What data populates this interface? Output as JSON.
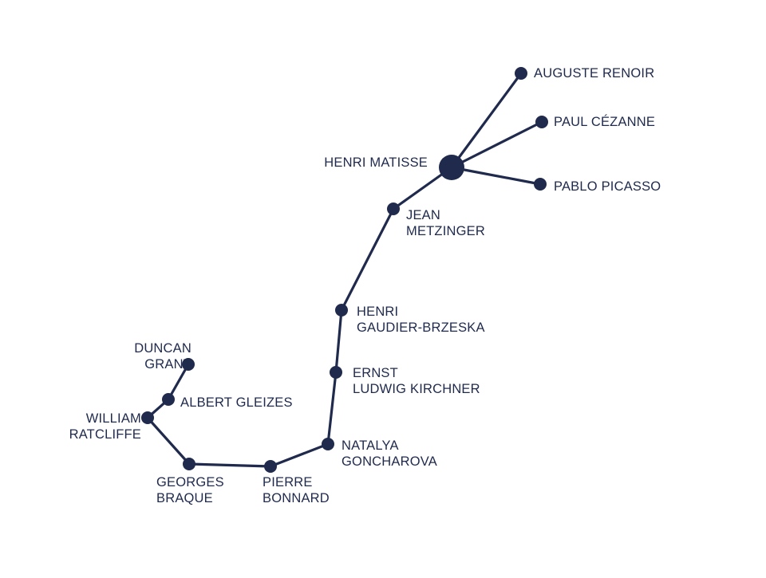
{
  "colors": {
    "node": "#1f2a4d",
    "edge": "#1f2a4d",
    "background": "#ffffff"
  },
  "nodes": [
    {
      "id": "matisse",
      "label": [
        "HENRI MATISSE"
      ],
      "hub": true
    },
    {
      "id": "renoir",
      "label": [
        "AUGUSTE RENOIR"
      ]
    },
    {
      "id": "cezanne",
      "label": [
        "PAUL CÉZANNE"
      ]
    },
    {
      "id": "picasso",
      "label": [
        "PABLO PICASSO"
      ]
    },
    {
      "id": "metzinger",
      "label": [
        "JEAN",
        "METZINGER"
      ]
    },
    {
      "id": "gaudier",
      "label": [
        "HENRI",
        "GAUDIER-BRZESKA"
      ]
    },
    {
      "id": "kirchner",
      "label": [
        "ERNST",
        "LUDWIG KIRCHNER"
      ]
    },
    {
      "id": "goncharova",
      "label": [
        "NATALYA",
        "GONCHAROVA"
      ]
    },
    {
      "id": "bonnard",
      "label": [
        "PIERRE",
        "BONNARD"
      ]
    },
    {
      "id": "braque",
      "label": [
        "GEORGES",
        "BRAQUE"
      ]
    },
    {
      "id": "ratcliffe",
      "label": [
        "WILLIAM",
        "RATCLIFFE"
      ]
    },
    {
      "id": "gleizes",
      "label": [
        "ALBERT GLEIZES"
      ]
    },
    {
      "id": "grant",
      "label": [
        "DUNCAN",
        "GRANT"
      ]
    }
  ],
  "edges": [
    [
      "matisse",
      "renoir"
    ],
    [
      "matisse",
      "cezanne"
    ],
    [
      "matisse",
      "picasso"
    ],
    [
      "matisse",
      "metzinger"
    ],
    [
      "metzinger",
      "gaudier"
    ],
    [
      "gaudier",
      "kirchner"
    ],
    [
      "kirchner",
      "goncharova"
    ],
    [
      "goncharova",
      "bonnard"
    ],
    [
      "bonnard",
      "braque"
    ],
    [
      "braque",
      "ratcliffe"
    ],
    [
      "ratcliffe",
      "gleizes"
    ],
    [
      "gleizes",
      "grant"
    ]
  ]
}
